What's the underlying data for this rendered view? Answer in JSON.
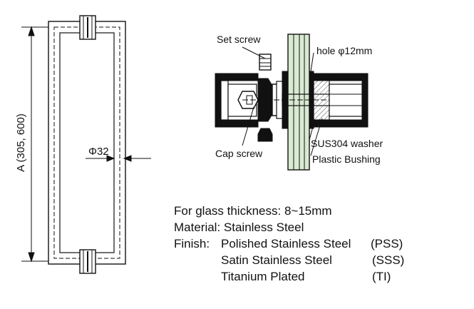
{
  "handle": {
    "length_label": "A (305, 600)",
    "diameter_label": "Φ32"
  },
  "section": {
    "set_screw": "Set screw",
    "hole": "hole φ12mm",
    "cap_screw": "Cap screw",
    "washer": "SUS304 washer",
    "bushing": "Plastic Bushing"
  },
  "specs": {
    "glass_thickness": "For glass thickness: 8~15mm",
    "material": "Material: Stainless Steel",
    "finish_label": "Finish:",
    "finishes": [
      {
        "name": "Polished Stainless Steel",
        "code": "(PSS)"
      },
      {
        "name": "Satin Stainless Steel",
        "code": "(SSS)"
      },
      {
        "name": "Titanium Plated",
        "code": "(TI)"
      }
    ]
  },
  "colors": {
    "line": "#111111",
    "glass": "#d9ead3",
    "hatch": "#555555"
  }
}
